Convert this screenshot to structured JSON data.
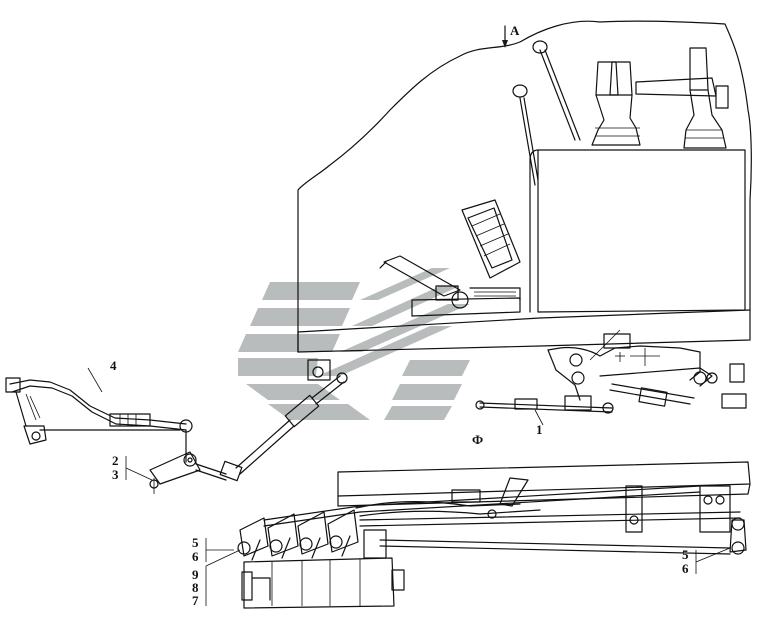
{
  "view_label": "A",
  "section_label": "Ф",
  "callouts": {
    "c1": "1",
    "c2": "2",
    "c3": "3",
    "c4": "4",
    "c5a": "5",
    "c6a": "6",
    "c9": "9",
    "c8": "8",
    "c7": "7",
    "c5b": "5",
    "c6b": "6"
  },
  "colors": {
    "line": "#111111",
    "watermark": "#b9bcbc",
    "background": "#ffffff"
  },
  "watermark_icon": "stylized-logo-icon"
}
